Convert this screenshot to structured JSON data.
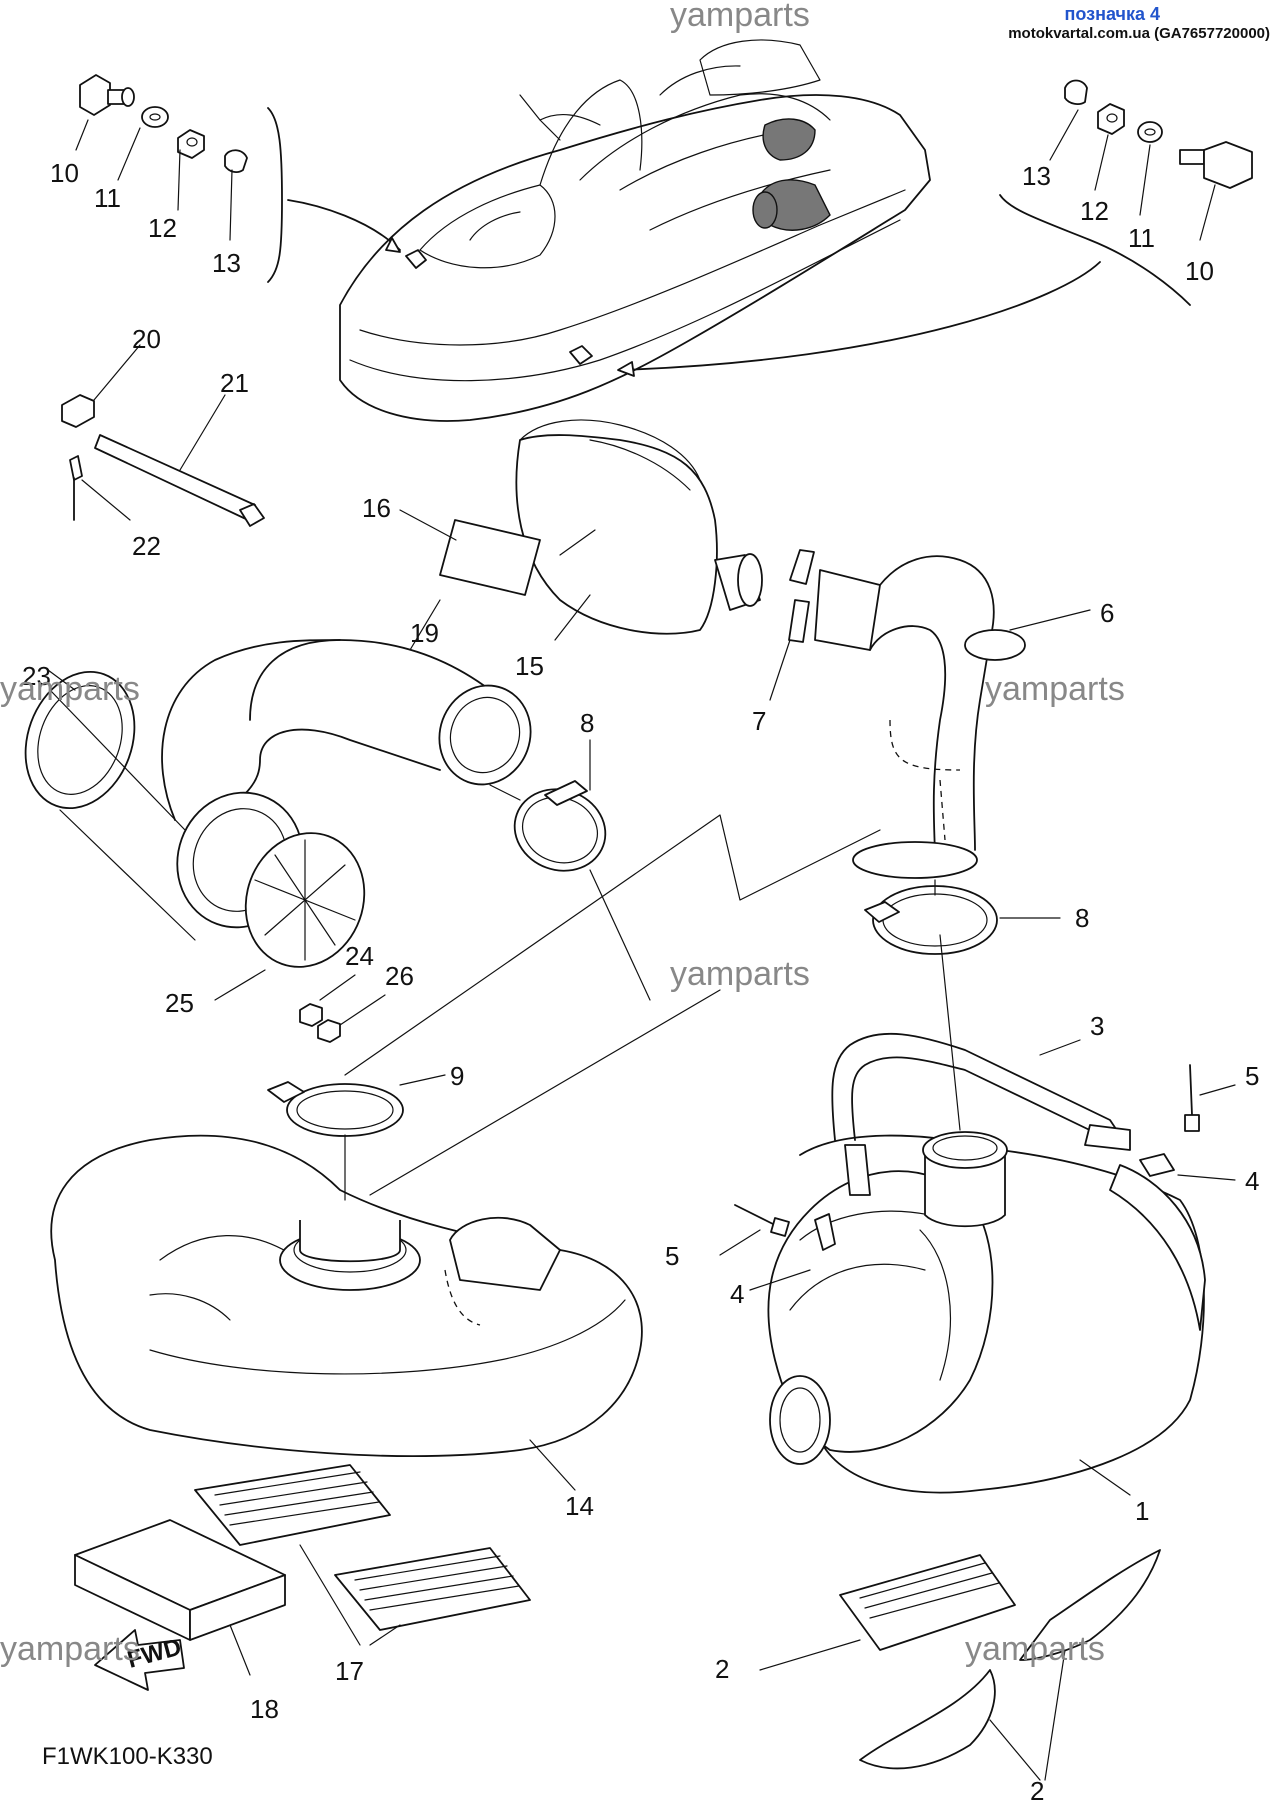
{
  "header": {
    "tag": "позначка 4",
    "source": "motokvartal.com.ua (GA7657720000)"
  },
  "watermarks": [
    "yamparts",
    "yamparts",
    "yamparts",
    "yamparts",
    "yamparts",
    "yamparts"
  ],
  "diagram_code": "F1WK100-K330",
  "fwd_label": "FWD",
  "callouts": [
    "10",
    "11",
    "12",
    "13",
    "13",
    "12",
    "11",
    "10",
    "20",
    "21",
    "22",
    "16",
    "15",
    "6",
    "7",
    "19",
    "23",
    "8",
    "8",
    "24",
    "25",
    "26",
    "3",
    "5",
    "4",
    "9",
    "5",
    "4",
    "14",
    "1",
    "17",
    "18",
    "2",
    "2"
  ],
  "colors": {
    "line": "#111111",
    "tag": "#2255cc",
    "watermark": "#888888"
  }
}
